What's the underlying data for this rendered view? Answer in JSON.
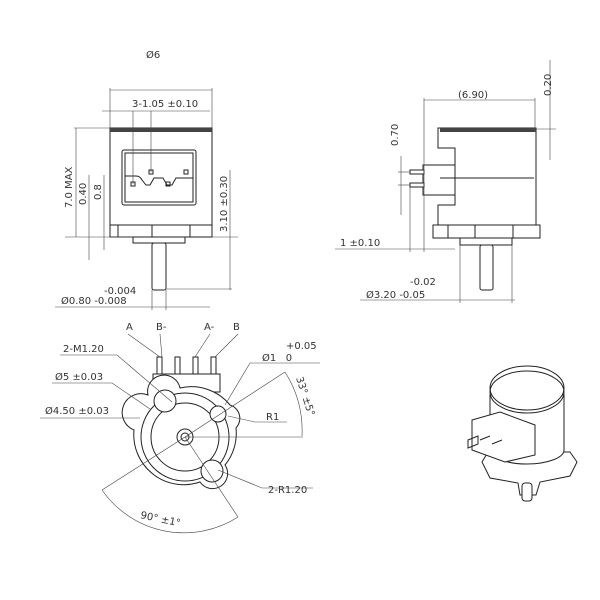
{
  "front_view": {
    "diameter": "Ø6",
    "pin_pitch": "3-1.05 ±0.10",
    "height_max": "7.0 MAX",
    "dim_040": "0.40",
    "dim_08": "0.8",
    "shaft_height": "3.10 ±0.30",
    "shaft_tol_upper": "-0.004",
    "shaft_diameter": "Ø0.80 -0.008"
  },
  "side_view": {
    "length": "(6.90)",
    "cap": "0.20",
    "pin_offset": "0.70",
    "pin_gap": "1 ±0.10",
    "boss_tol_upper": "-0.02",
    "boss_diameter": "Ø3.20 -0.05"
  },
  "bottom_view": {
    "pins": [
      "A",
      "B-",
      "A-",
      "B"
    ],
    "thread": "2-M1.20",
    "outer_diameter": "Ø5 ±0.03",
    "inner_diameter": "Ø4.50 ±0.03",
    "hole_tol": "+0.05",
    "hole_diameter": "Ø1   0",
    "angle_33": "33° ±5°",
    "radius": "R1",
    "lobe_radius": "2-R1.20",
    "angle_90": "90° ±1°"
  }
}
